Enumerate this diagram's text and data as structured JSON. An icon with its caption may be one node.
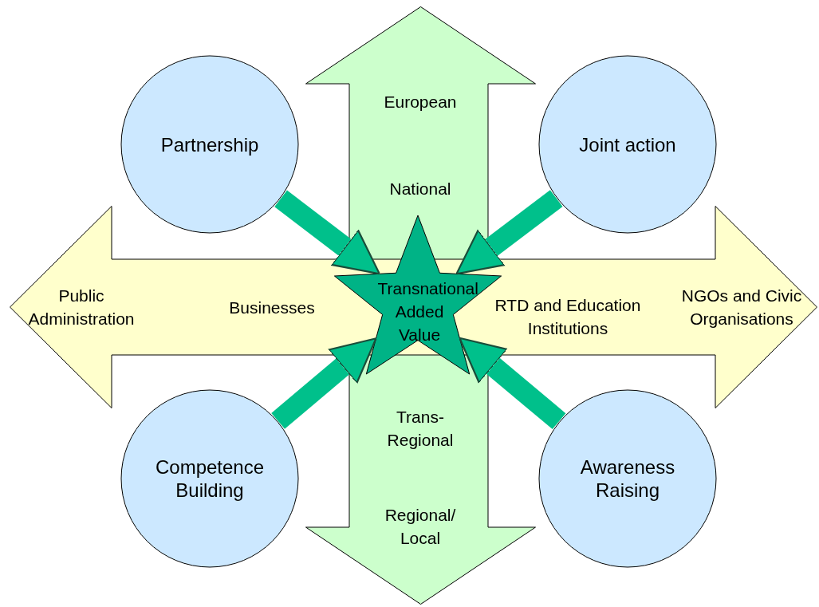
{
  "diagram": {
    "nodes": [
      {
        "text": [
          "European",
          "National",
          "Trans- Regional",
          "Regional/ Local"
        ]
      },
      {
        "text": [
          "Public Administration",
          "Businesses",
          "RTD and Education Institutions",
          "NGOs and Civic Organisations"
        ]
      },
      {
        "text": [
          "Partnership"
        ]
      },
      {
        "text": [
          "Joint action"
        ]
      },
      {
        "text": [
          "Transnational Added Value"
        ]
      },
      {
        "text": [
          "Competence Building"
        ]
      },
      {
        "text": [
          "Awareness Raising"
        ]
      }
    ],
    "edges": [
      {
        "from": 2,
        "to": 4,
        "arrow": "to"
      },
      {
        "from": 3,
        "to": 4,
        "arrow": "to"
      },
      {
        "from": 5,
        "to": 4,
        "arrow": "to"
      },
      {
        "from": 6,
        "to": 4,
        "arrow": "to"
      }
    ]
  }
}
